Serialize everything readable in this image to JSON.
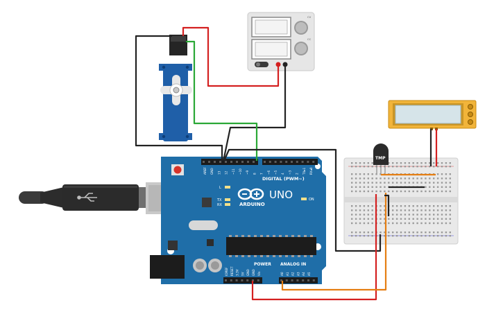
{
  "arduino": {
    "model": "UNO",
    "brand": "ARDUINO",
    "digital_header": "DIGITAL (PWM~)",
    "power_header": "POWER",
    "analog_header": "ANALOG IN",
    "led_labels": {
      "l": "L",
      "tx": "TX",
      "rx": "RX",
      "on": "ON"
    },
    "digital_pins": [
      "AREF",
      "GND",
      "13",
      "12",
      "~11",
      "~10",
      "~9",
      "8",
      "7",
      "~6",
      "~5",
      "4",
      "~3",
      "2",
      "TX▸1",
      "RX◂0"
    ],
    "power_pins": [
      "IOREF",
      "RESET",
      "3.3V",
      "5V",
      "GND",
      "GND",
      "Vin"
    ],
    "analog_pins": [
      "A0",
      "A1",
      "A2",
      "A3",
      "A4",
      "A5"
    ]
  },
  "temp_sensor": {
    "label": "TMP"
  },
  "power_supply": {
    "knob_labels": [
      "CV",
      "CC"
    ]
  },
  "colors": {
    "board": "#1f6ea8",
    "wire_red": "#d42020",
    "wire_black": "#222222",
    "wire_green": "#2aa836",
    "wire_orange": "#e57e12",
    "lcd_frame": "#f1b43a",
    "servo": "#1f5fa8"
  }
}
